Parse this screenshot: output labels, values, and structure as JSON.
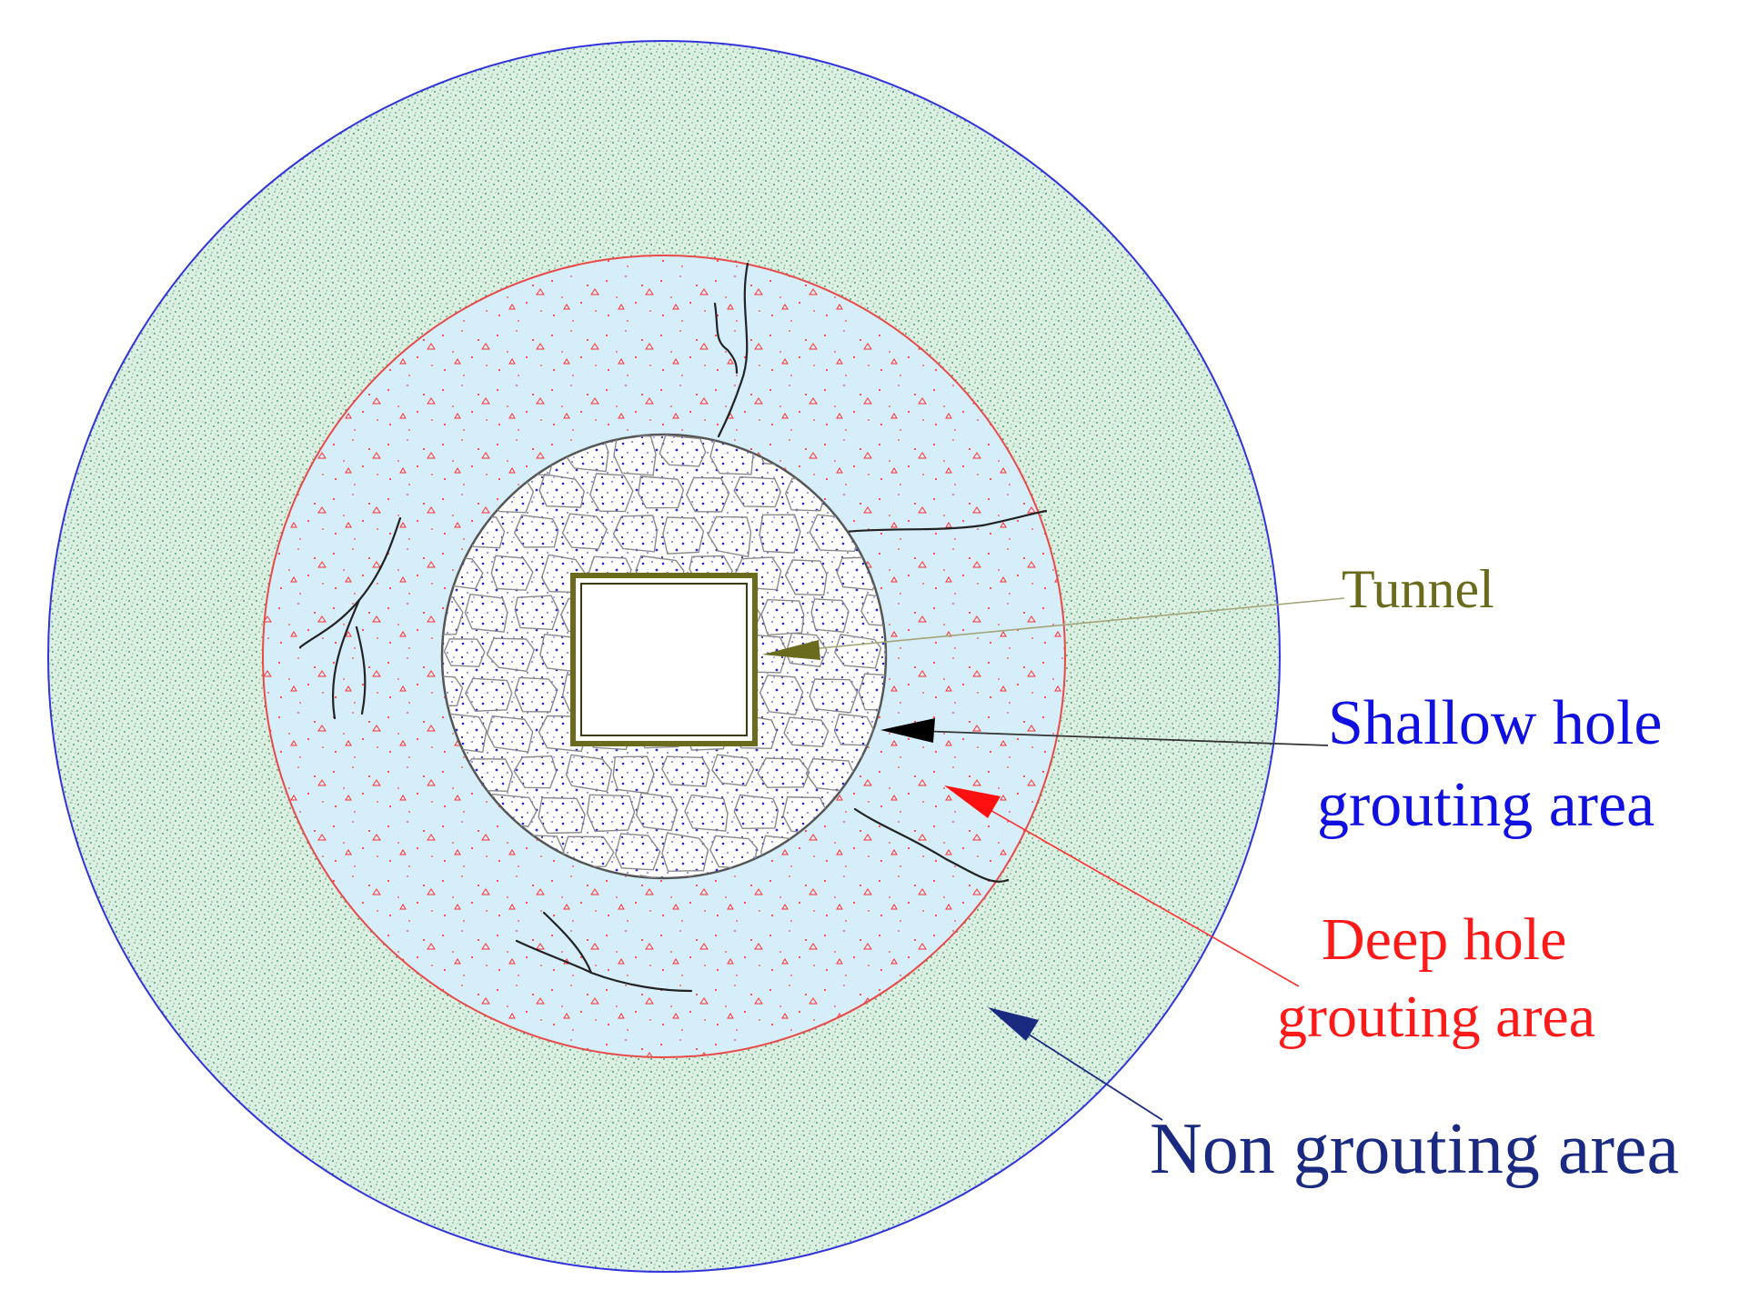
{
  "colors": {
    "background": "#ffffff",
    "non_grouting_fill": "#dcefe2",
    "non_grouting_speckle": "#1f8a4c",
    "non_grouting_border": "#3333dd",
    "deep_fill": "#d6eefa",
    "deep_border": "#e84a4a",
    "deep_speckle": "#ff3030",
    "shallow_fill": "#ffffff",
    "shallow_border": "#555555",
    "shallow_dots": "#2323d6",
    "tunnel_border": "#6b6b1e",
    "crack": "#222222",
    "tunnel_label": "#6b6b1e",
    "shallow_label": "#1010e0",
    "deep_label": "#ff1a1a",
    "non_grouting_label": "#1a2a80"
  },
  "labels": {
    "tunnel": "Tunnel",
    "shallow_line1": "Shallow hole",
    "shallow_line2": "grouting area",
    "deep_line1": "Deep hole",
    "deep_line2": "grouting area",
    "non_grouting": "Non grouting area"
  }
}
